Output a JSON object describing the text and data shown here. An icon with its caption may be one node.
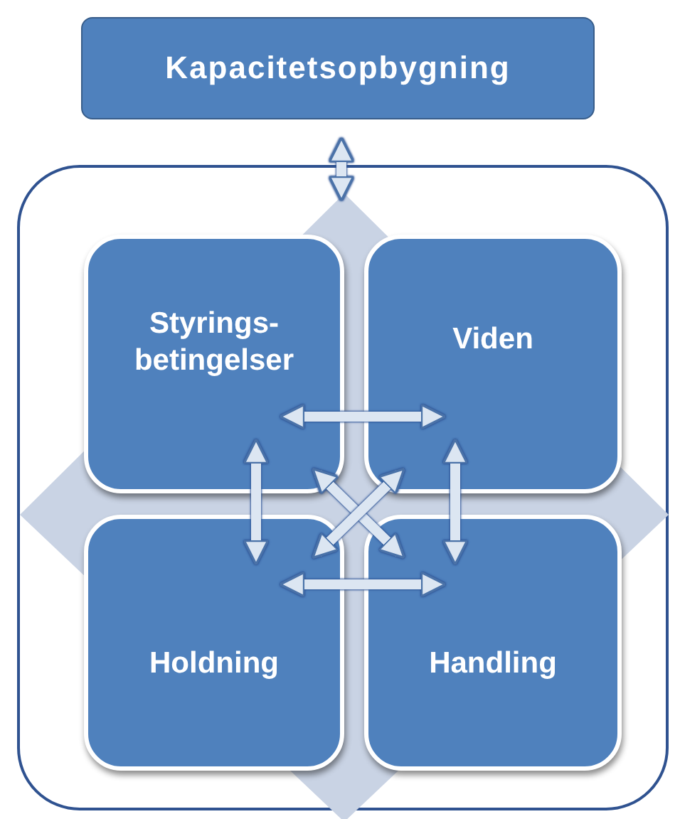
{
  "diagram": {
    "nodes": [
      {
        "text": [
          "Kapacitetsopbygning"
        ]
      },
      {
        "text": [],
        "shape": "box"
      },
      {
        "text": [
          "Styrings-betingelser"
        ],
        "in": 1
      },
      {
        "text": [
          "Viden"
        ],
        "in": 1
      },
      {
        "text": [
          "Holdning"
        ],
        "in": 1
      },
      {
        "text": [
          "Handling"
        ],
        "in": 1
      }
    ],
    "edges": [
      {
        "from": 0,
        "to": 1,
        "arrow": "both"
      },
      {
        "from": 2,
        "to": 3,
        "arrow": "both"
      },
      {
        "from": 4,
        "to": 5,
        "arrow": "both"
      },
      {
        "from": 2,
        "to": 4,
        "arrow": "both"
      },
      {
        "from": 3,
        "to": 5,
        "arrow": "both"
      },
      {
        "from": 2,
        "to": 5,
        "arrow": "both"
      },
      {
        "from": 3,
        "to": 4,
        "arrow": "both"
      }
    ]
  }
}
